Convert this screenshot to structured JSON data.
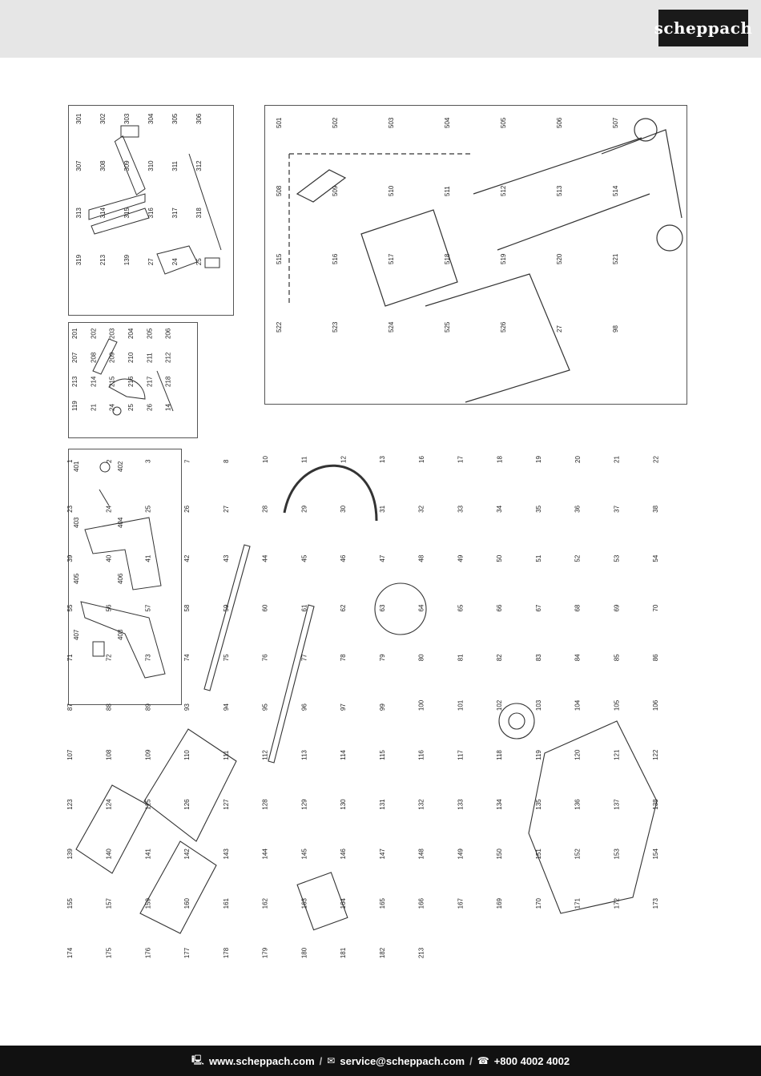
{
  "brand": {
    "logo_text": "scheppach"
  },
  "footer": {
    "website": "www.scheppach.com",
    "email": "service@scheppach.com",
    "phone": "+800 4002 4002",
    "separator": "/"
  },
  "panels": {
    "frame": {
      "labels": [
        "501",
        "502",
        "503",
        "504",
        "505",
        "506",
        "507",
        "508",
        "509",
        "510",
        "511",
        "512",
        "513",
        "514",
        "515",
        "516",
        "517",
        "518",
        "519",
        "520",
        "521",
        "522",
        "523",
        "524",
        "525",
        "526",
        "27",
        "98"
      ]
    },
    "fence": {
      "labels": [
        "301",
        "302",
        "303",
        "304",
        "305",
        "306",
        "307",
        "308",
        "309",
        "310",
        "311",
        "312",
        "313",
        "314",
        "315",
        "316",
        "317",
        "318",
        "319",
        "213",
        "139",
        "27",
        "24",
        "25"
      ]
    },
    "miter": {
      "labels": [
        "201",
        "202",
        "203",
        "204",
        "205",
        "206",
        "207",
        "208",
        "209",
        "210",
        "211",
        "212",
        "213",
        "214",
        "215",
        "216",
        "217",
        "218",
        "119",
        "21",
        "24",
        "25",
        "26",
        "14"
      ]
    },
    "guard": {
      "labels": [
        "401",
        "402",
        "403",
        "404",
        "405",
        "406",
        "407",
        "408"
      ]
    },
    "main": {
      "labels": [
        "1",
        "2",
        "3",
        "7",
        "8",
        "10",
        "11",
        "12",
        "13",
        "16",
        "17",
        "18",
        "19",
        "20",
        "21",
        "22",
        "23",
        "24",
        "25",
        "26",
        "27",
        "28",
        "29",
        "30",
        "31",
        "32",
        "33",
        "34",
        "35",
        "36",
        "37",
        "38",
        "39",
        "40",
        "41",
        "42",
        "43",
        "44",
        "45",
        "46",
        "47",
        "48",
        "49",
        "50",
        "51",
        "52",
        "53",
        "54",
        "55",
        "56",
        "57",
        "58",
        "59",
        "60",
        "61",
        "62",
        "63",
        "64",
        "65",
        "66",
        "67",
        "68",
        "69",
        "70",
        "71",
        "72",
        "73",
        "74",
        "75",
        "76",
        "77",
        "78",
        "79",
        "80",
        "81",
        "82",
        "83",
        "84",
        "85",
        "86",
        "87",
        "88",
        "89",
        "93",
        "94",
        "95",
        "96",
        "97",
        "99",
        "100",
        "101",
        "102",
        "103",
        "104",
        "105",
        "106",
        "107",
        "108",
        "109",
        "110",
        "111",
        "112",
        "113",
        "114",
        "115",
        "116",
        "117",
        "118",
        "119",
        "120",
        "121",
        "122",
        "123",
        "124",
        "125",
        "126",
        "127",
        "128",
        "129",
        "130",
        "131",
        "132",
        "133",
        "134",
        "135",
        "136",
        "137",
        "138",
        "139",
        "140",
        "141",
        "142",
        "143",
        "144",
        "145",
        "146",
        "147",
        "148",
        "149",
        "150",
        "151",
        "152",
        "153",
        "154",
        "155",
        "157",
        "159",
        "160",
        "161",
        "162",
        "163",
        "164",
        "165",
        "166",
        "167",
        "169",
        "170",
        "171",
        "172",
        "173",
        "174",
        "175",
        "176",
        "177",
        "178",
        "179",
        "180",
        "181",
        "182",
        "213"
      ]
    }
  }
}
